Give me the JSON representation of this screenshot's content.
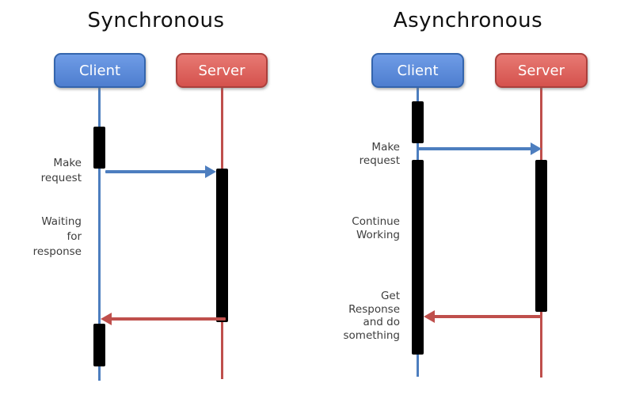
{
  "colors": {
    "blue_line": "#4d7ebf",
    "red_line": "#bf4f4c",
    "client_fill_top": "#6f9ce6",
    "client_fill_bottom": "#4e7ecf",
    "client_border": "#3465ad",
    "server_fill_top": "#e77973",
    "server_fill_bottom": "#d5524d",
    "server_border": "#aa403c",
    "activation_fill": "#000000",
    "title_color": "#111111",
    "note_color": "#3d3d3d"
  },
  "diagrams": [
    {
      "title": "Synchronous",
      "client": {
        "label": "Client"
      },
      "server": {
        "label": "Server"
      },
      "notes": {
        "request": "Make\nrequest",
        "middle": "Waiting\nfor\nresponse"
      }
    },
    {
      "title": "Asynchronous",
      "client": {
        "label": "Client"
      },
      "server": {
        "label": "Server"
      },
      "notes": {
        "request": "Make\nrequest",
        "middle": "Continue\nWorking",
        "response": "Get\nResponse\nand do\nsomething"
      }
    }
  ]
}
